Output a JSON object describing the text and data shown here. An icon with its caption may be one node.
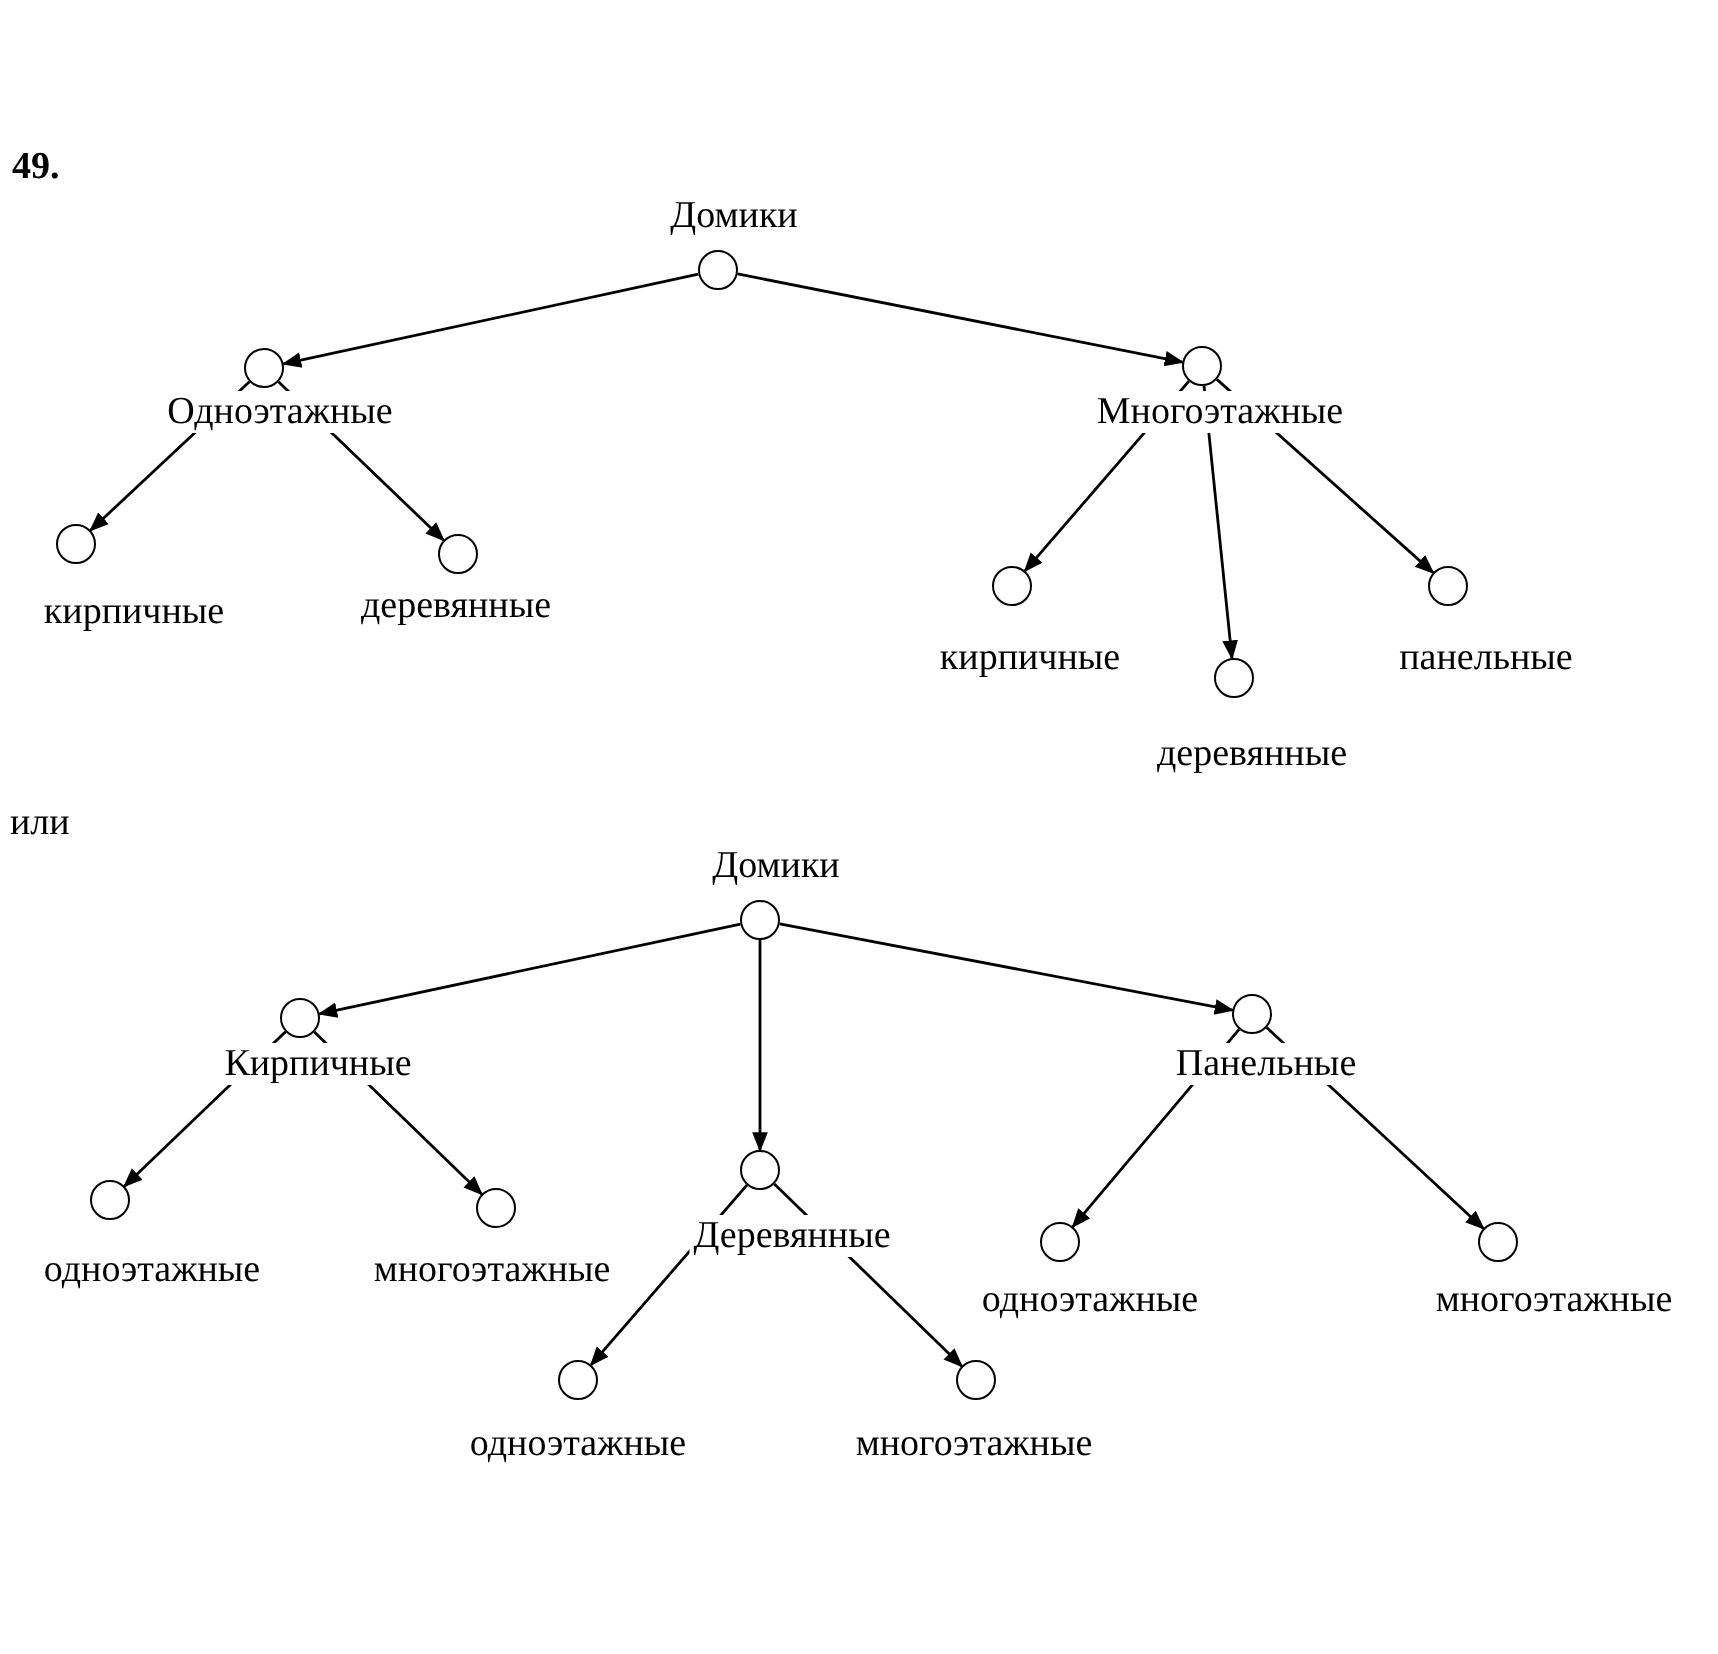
{
  "diagram": {
    "nodes": [
      {
        "text": [],
        "shape": "circle",
        "beside": [
          "Домики"
        ]
      },
      {
        "text": [],
        "shape": "circle",
        "beside": [
          "Одноэтажные"
        ]
      },
      {
        "text": [],
        "shape": "circle",
        "beside": [
          "Многоэтажные"
        ]
      },
      {
        "text": [],
        "shape": "circle",
        "beside": [
          "кирпичные"
        ]
      },
      {
        "text": [],
        "shape": "circle",
        "beside": [
          "деревянные"
        ]
      },
      {
        "text": [],
        "shape": "circle",
        "beside": [
          "кирпичные"
        ]
      },
      {
        "text": [],
        "shape": "circle",
        "beside": [
          "деревянные"
        ]
      },
      {
        "text": [],
        "shape": "circle",
        "beside": [
          "панельные"
        ]
      },
      {
        "text": [],
        "shape": "circle",
        "beside": [
          "Домики"
        ]
      },
      {
        "text": [],
        "shape": "circle",
        "beside": [
          "Кирпичные"
        ]
      },
      {
        "text": [],
        "shape": "circle",
        "beside": [
          "Деревянные"
        ]
      },
      {
        "text": [],
        "shape": "circle",
        "beside": [
          "Панельные"
        ]
      },
      {
        "text": [],
        "shape": "circle",
        "beside": [
          "одноэтажные"
        ]
      },
      {
        "text": [],
        "shape": "circle",
        "beside": [
          "многоэтажные"
        ]
      },
      {
        "text": [],
        "shape": "circle",
        "beside": [
          "одноэтажные"
        ]
      },
      {
        "text": [],
        "shape": "circle",
        "beside": [
          "многоэтажные"
        ]
      },
      {
        "text": [],
        "shape": "circle",
        "beside": [
          "одноэтажные"
        ]
      },
      {
        "text": [],
        "shape": "circle",
        "beside": [
          "многоэтажные"
        ]
      }
    ],
    "edges": [
      {
        "from": 0,
        "to": 1,
        "arrow": "to"
      },
      {
        "from": 0,
        "to": 2,
        "arrow": "to"
      },
      {
        "from": 1,
        "to": 3,
        "arrow": "to"
      },
      {
        "from": 1,
        "to": 4,
        "arrow": "to"
      },
      {
        "from": 2,
        "to": 5,
        "arrow": "to"
      },
      {
        "from": 2,
        "to": 6,
        "arrow": "to"
      },
      {
        "from": 2,
        "to": 7,
        "arrow": "to"
      },
      {
        "from": 8,
        "to": 9,
        "arrow": "to"
      },
      {
        "from": 8,
        "to": 10,
        "arrow": "to"
      },
      {
        "from": 8,
        "to": 11,
        "arrow": "to"
      },
      {
        "from": 9,
        "to": 12,
        "arrow": "to"
      },
      {
        "from": 9,
        "to": 13,
        "arrow": "to"
      },
      {
        "from": 10,
        "to": 14,
        "arrow": "to"
      },
      {
        "from": 10,
        "to": 15,
        "arrow": "to"
      },
      {
        "from": 11,
        "to": 16,
        "arrow": "to"
      },
      {
        "from": 11,
        "to": 17,
        "arrow": "to"
      }
    ],
    "labels": [
      "49.",
      "или"
    ]
  }
}
